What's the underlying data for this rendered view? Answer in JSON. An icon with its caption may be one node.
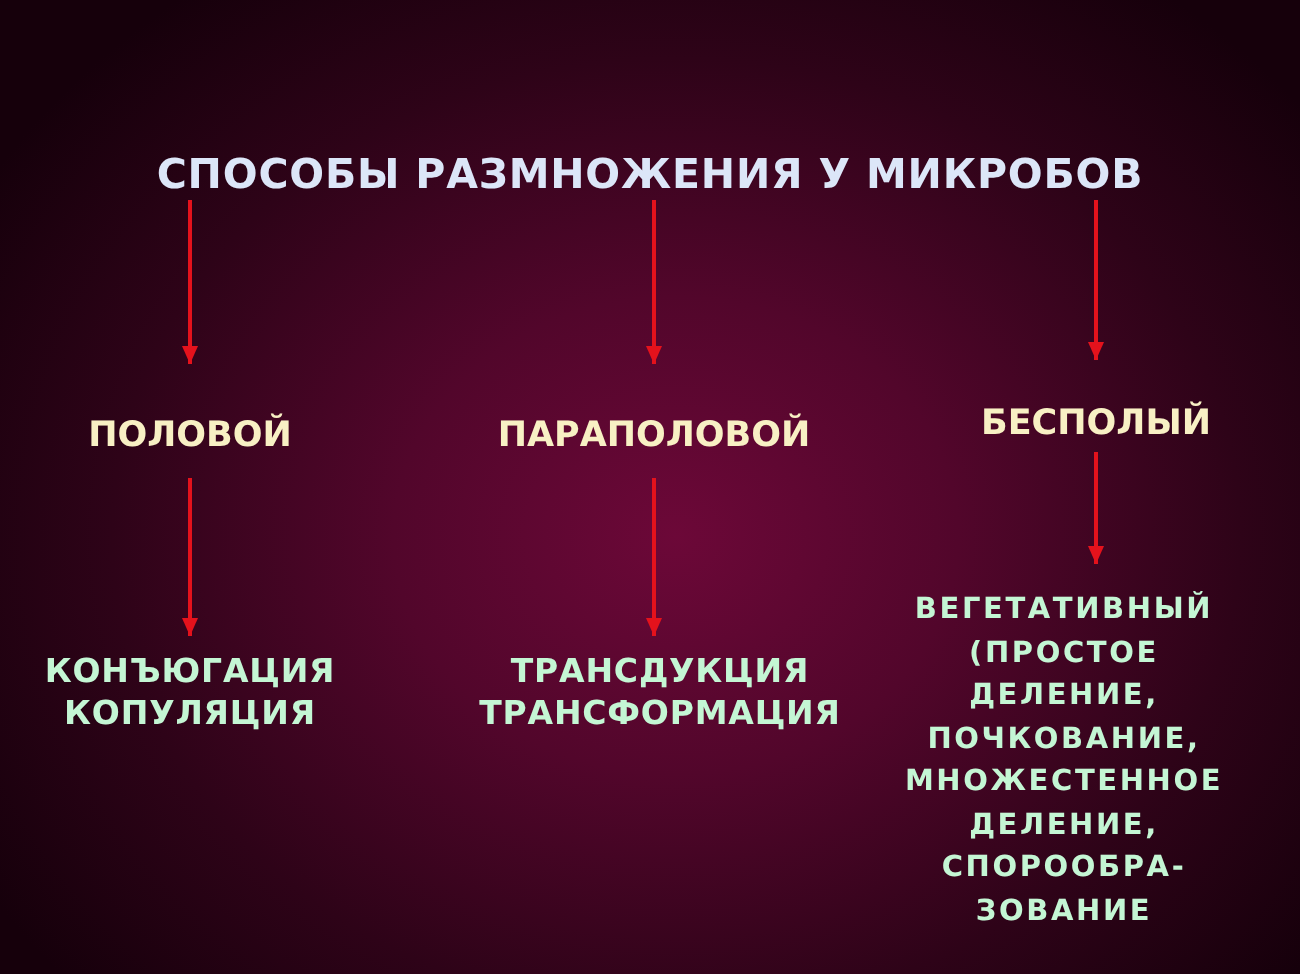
{
  "diagram": {
    "nodes": [
      {
        "text": [
          "СПОСОБЫ РАЗМНОЖЕНИЯ У МИКРОБОВ"
        ]
      },
      {
        "text": [
          "ПОЛОВОЙ"
        ]
      },
      {
        "text": [
          "ПАРАПОЛОВОЙ"
        ]
      },
      {
        "text": [
          "БЕСПОЛЫЙ"
        ]
      },
      {
        "text": [
          "КОНЪЮГАЦИЯ",
          "КОПУЛЯЦИЯ"
        ]
      },
      {
        "text": [
          "ТРАНСДУКЦИЯ",
          "ТРАНСФОРМАЦИЯ"
        ]
      },
      {
        "text": [
          "ВЕГЕТАТИВНЫЙ (ПРОСТОЕ ДЕЛЕНИЕ, ПОЧКОВАНИЕ, МНОЖЕСТЕННОЕ ДЕЛЕНИЕ, СПОРООБРА-ЗОВАНИЕ"
        ]
      }
    ],
    "edges": [
      {
        "from": 0,
        "to": 1,
        "arrow": "to"
      },
      {
        "from": 0,
        "to": 2,
        "arrow": "to"
      },
      {
        "from": 0,
        "to": 3,
        "arrow": "to"
      },
      {
        "from": 1,
        "to": 4,
        "arrow": "to"
      },
      {
        "from": 2,
        "to": 5,
        "arrow": "to"
      },
      {
        "from": 3,
        "to": 6,
        "arrow": "to"
      }
    ]
  }
}
